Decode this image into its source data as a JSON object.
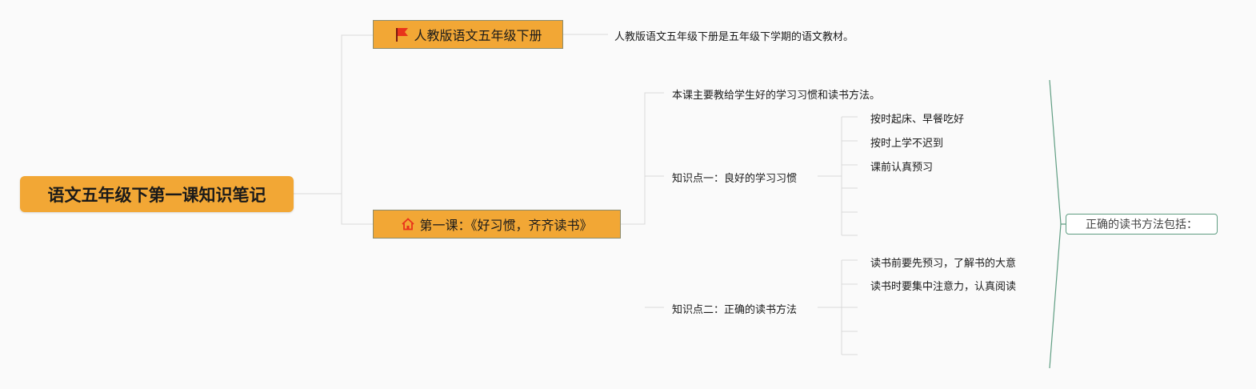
{
  "root": {
    "title": "语文五年级下第一课知识笔记"
  },
  "branches": [
    {
      "title": "人教版语文五年级下册",
      "icon": "flag-icon",
      "note": "人教版语文五年级下册是五年级下学期的语文教材。"
    },
    {
      "title": "第一课：《好习惯，齐齐读书》",
      "icon": "home-icon",
      "intro": "本课主要教给学生好的学习习惯和读书方法。",
      "points": [
        {
          "title": "知识点一：良好的学习习惯",
          "items": [
            "按时起床、早餐吃好",
            "按时上学不迟到",
            "课前认真预习",
            "",
            "",
            ""
          ]
        },
        {
          "title": "知识点二：正确的读书方法",
          "items": [
            "读书前要先预习，了解书的大意",
            "读书时要集中注意力，认真阅读",
            "",
            "",
            ""
          ]
        }
      ]
    }
  ],
  "summary": {
    "label": "正确的读书方法包括："
  },
  "colors": {
    "node_fill": "#f2a735",
    "connector": "#d9d9d9",
    "summary_stroke": "#5f9d82",
    "flag": "#e8331b",
    "home": "#e8331b"
  }
}
